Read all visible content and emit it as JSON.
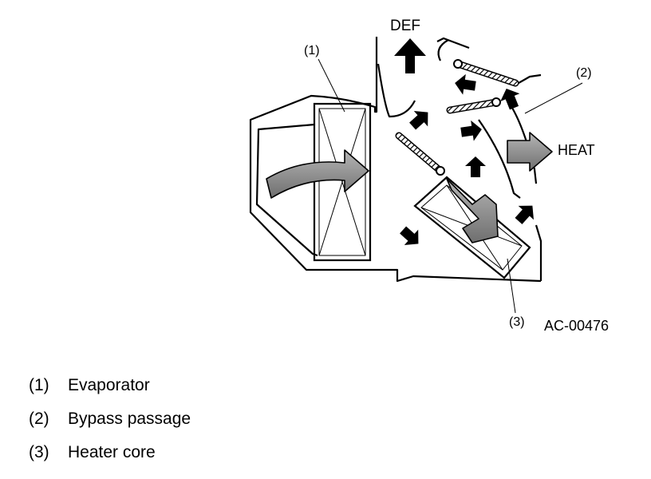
{
  "diagram": {
    "labels": {
      "evaporator_callout": "(1)",
      "bypass_callout": "(2)",
      "heater_callout": "(3)",
      "def": "DEF",
      "heat": "HEAT",
      "figure_code": "AC-00476"
    }
  },
  "legend": [
    {
      "number": "(1)",
      "text": "Evaporator"
    },
    {
      "number": "(2)",
      "text": "Bypass passage"
    },
    {
      "number": "(3)",
      "text": "Heater core"
    }
  ],
  "colors": {
    "ink": "#000000",
    "shaded_arrow": "#8c8c8c",
    "background": "#ffffff"
  }
}
